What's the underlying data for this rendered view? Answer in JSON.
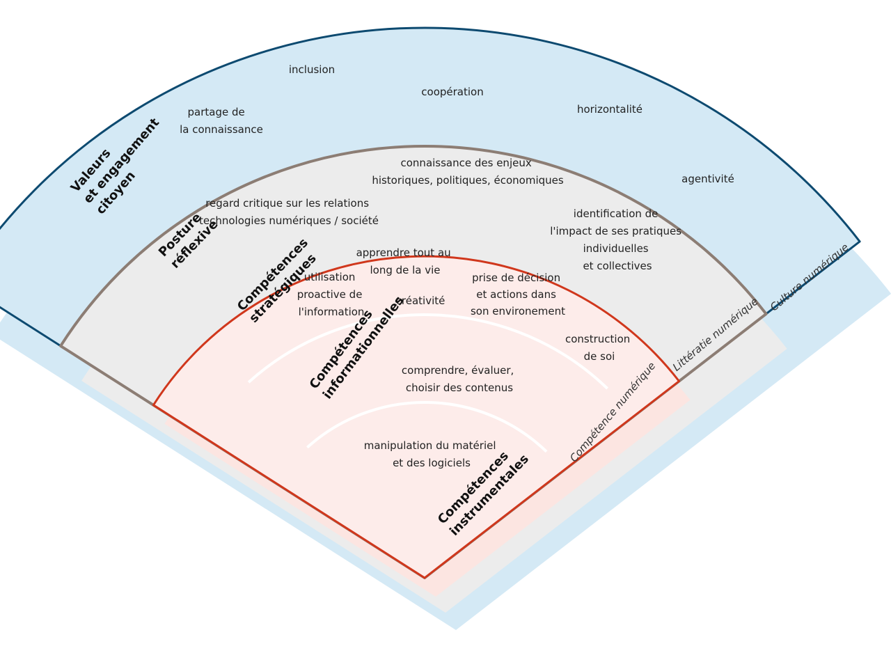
{
  "colors": {
    "outer_fill": "#d4e9f5",
    "outer_stroke": "#0d4a70",
    "middle_fill": "#ececec",
    "middle_stroke": "#8c7d74",
    "inner_fill": "#fdecea",
    "inner_stroke": "#d0371c",
    "inner_band_fill": "#fce5e1"
  },
  "layers": {
    "valeurs": {
      "title_lines": [
        "Valeurs",
        "et engagement",
        "citoyen"
      ],
      "items": {
        "inclusion": "inclusion",
        "cooperation": "coopération",
        "horizontalite": "horizontalité",
        "partage": [
          "partage de",
          "la connaissance"
        ],
        "agentivite": "agentivité"
      }
    },
    "posture": {
      "title_lines": [
        "Posture",
        "réflexive"
      ],
      "items": {
        "enjeux": [
          "connaissance des enjeux",
          "historiques, politiques, économiques"
        ],
        "regard": [
          "regard critique sur les relations",
          "technologies numériques / société"
        ],
        "impact": [
          "identification de",
          "l'impact de ses pratiques",
          "individuelles",
          "et collectives"
        ]
      }
    },
    "strategiques": {
      "title_lines": [
        "Compétences",
        "stratégiques"
      ],
      "items": {
        "apprendre": [
          "apprendre tout au",
          "long de la vie"
        ],
        "utilisation": [
          "utilisation",
          "proactive de",
          "l'information"
        ],
        "creativite": "créativité",
        "decision": [
          "prise de décision",
          "et actions dans",
          "son environement"
        ],
        "construction": [
          "construction",
          "de soi"
        ]
      }
    },
    "informationnelles": {
      "title_lines": [
        "Compétences",
        "informationnelles"
      ],
      "items": {
        "comprendre": [
          "comprendre,  évaluer,",
          "choisir des contenus"
        ]
      }
    },
    "instrumentales": {
      "title_lines": [
        "Compétences",
        "instrumentales"
      ],
      "items": {
        "manipulation": [
          "manipulation  du  matériel",
          "et  des  logiciels"
        ]
      }
    }
  },
  "side_labels": {
    "competence": "Compétence numérique",
    "litteratie": "Littératie numérique",
    "culture": "Culture numérique"
  }
}
